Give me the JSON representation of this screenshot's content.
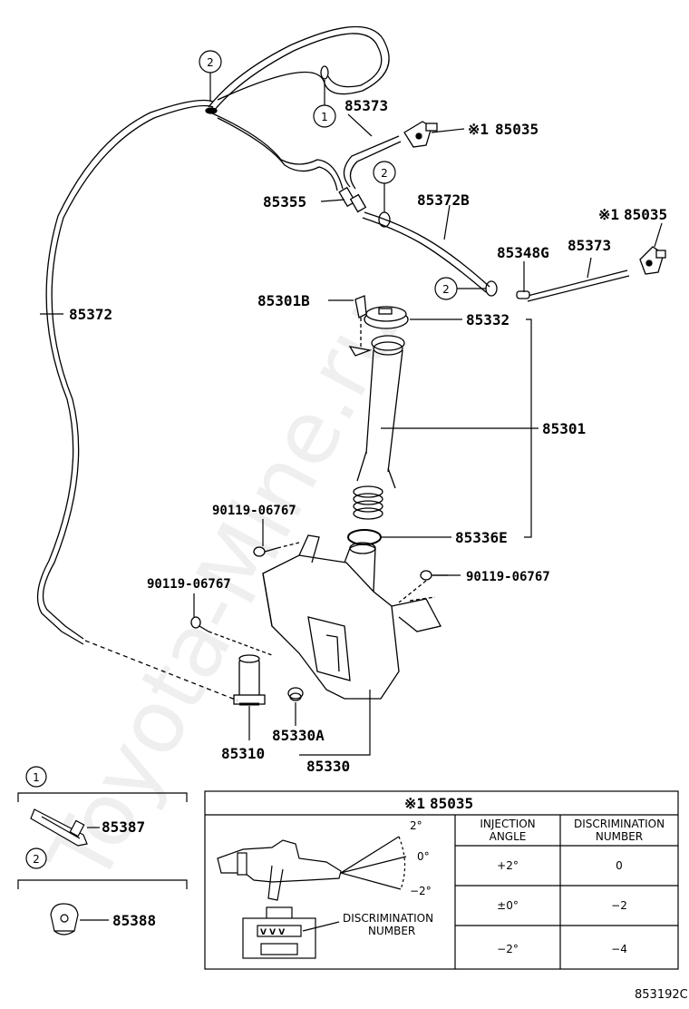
{
  "watermark": "Toyota-Mine.ru",
  "callouts": {
    "p85373_top": "85373",
    "p85035_top": "85035",
    "p85035_top_mark": "※1",
    "p85355": "85355",
    "p85372B": "85372B",
    "p85035_right": "85035",
    "p85035_right_mark": "※1",
    "p85348G": "85348G",
    "p85373_right": "85373",
    "p85372": "85372",
    "p85301B": "85301B",
    "p85332": "85332",
    "p85301": "85301",
    "p90119_a": "90119-06767",
    "p85336E": "85336E",
    "p90119_b": "90119-06767",
    "p90119_c": "90119-06767",
    "p85330A": "85330A",
    "p85310": "85310",
    "p85330": "85330"
  },
  "circle_marks": {
    "c2_top": "2",
    "c1_top": "1",
    "c2_mid": "2",
    "c2_right": "2"
  },
  "legend": {
    "item1": {
      "mark": "1",
      "part": "85387"
    },
    "item2": {
      "mark": "2",
      "part": "85388"
    }
  },
  "detail_table": {
    "title_mark": "※1",
    "title": "85035",
    "col_angle": "INJECTION ANGLE",
    "col_disc": "DISCRIMINATION NUMBER",
    "rows": [
      {
        "angle": "+2°",
        "disc": "0"
      },
      {
        "angle": "±0°",
        "disc": "−2"
      },
      {
        "angle": "−2°",
        "disc": "−4"
      }
    ],
    "spray_labels": {
      "top": "2°",
      "mid": "0°",
      "bottom": "−2°"
    },
    "disc_label_line1": "DISCRIMINATION",
    "disc_label_line2": "NUMBER",
    "disc_marks": "V V V"
  },
  "figure_code": "853192C"
}
